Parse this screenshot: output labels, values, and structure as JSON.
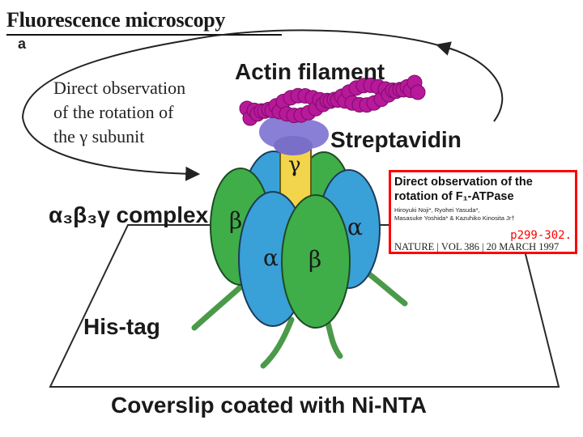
{
  "title": "Fluorescence microscopy",
  "description_lines": [
    "Direct observation",
    "of the rotation of",
    "the γ subunit"
  ],
  "figure": {
    "panel_letter": "a",
    "labels": {
      "actin": "Actin filament",
      "streptavidin": "Streptavidin",
      "complex_main": "α₃β₃γ complex",
      "his_tag": "His-tag",
      "coverslip": "Coverslip coated with Ni-NTA"
    },
    "subunits": {
      "gamma": "γ",
      "alpha": "α",
      "beta": "β"
    },
    "colors": {
      "alpha": "#3aa0d8",
      "beta": "#3fae49",
      "gamma": "#f3d54c",
      "streptavidin": "#8a7fd6",
      "actin": "#b8189a"
    }
  },
  "inset": {
    "title_line1": "Direct observation of the",
    "title_line2": "rotation of F₁-ATPase",
    "authors_line1": "Hiroyuki Noji*, Ryohei Yasuda*,",
    "authors_line2": "Masasuke Yoshida* & Kazuhiko Kinosita Jr†",
    "pages": "p299-302.",
    "journal": "NATURE | VOL 386 | 20 MARCH 1997",
    "border_color": "#ff0000"
  }
}
